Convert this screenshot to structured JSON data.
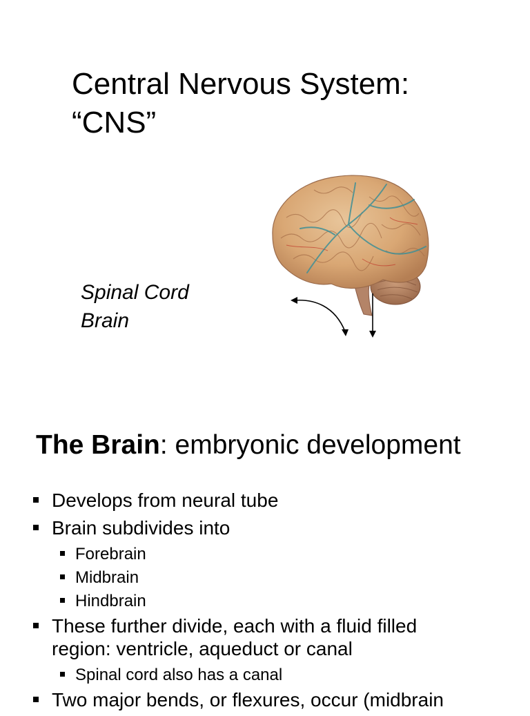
{
  "slide1": {
    "title_line1": "Central Nervous System:",
    "title_line2": "“CNS”",
    "labels": [
      "Spinal Cord",
      "Brain"
    ],
    "image": "brain-icon"
  },
  "slide2": {
    "title_bold": "The Brain",
    "title_rest": ": embryonic development",
    "bullets": [
      "Develops from neural tube",
      "Brain subdivides into",
      "Forebrain",
      "Midbrain",
      "Hindbrain",
      "These further divide, each with a fluid filled region: ventricle, aqueduct or canal",
      "Spinal cord also has a canal",
      "Two major bends, or flexures, occur (midbrain"
    ]
  },
  "colors": {
    "background": "#ffffff",
    "text": "#000000"
  }
}
